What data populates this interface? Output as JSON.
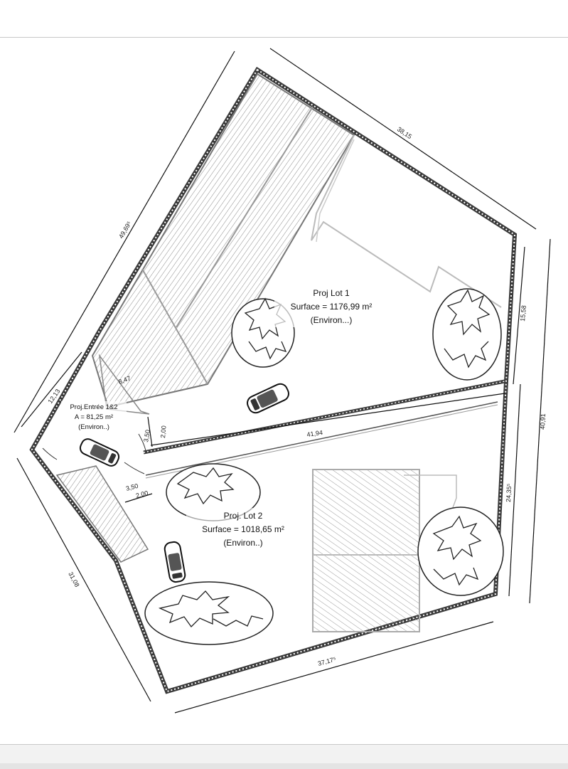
{
  "plan": {
    "lot1": {
      "name": "Proj Lot 1",
      "surface": "Surface = 1176,99 m²",
      "note": "(Environ...)"
    },
    "lot2": {
      "name": "Proj. Lot 2",
      "surface": "Surface = 1018,65 m²",
      "note": "(Environ..)"
    },
    "entry": {
      "name": "Proj.Entrée 1&2",
      "area": "A = 81,25 m²",
      "note": "(Environ..)"
    },
    "dimensions": {
      "top_left": "49,69⁵",
      "top_right": "38,15",
      "right_upper": "15,58",
      "right_total": "40,91",
      "right_lower": "24,35⁵",
      "middle": "41,94",
      "bottom": "37,17⁵",
      "left_lower": "31,08",
      "left_upper": "12,13",
      "small_1": "8,47",
      "small_2": "3,50",
      "small_3": "2,00",
      "small_4": "3,50",
      "small_5": "2,00"
    }
  }
}
